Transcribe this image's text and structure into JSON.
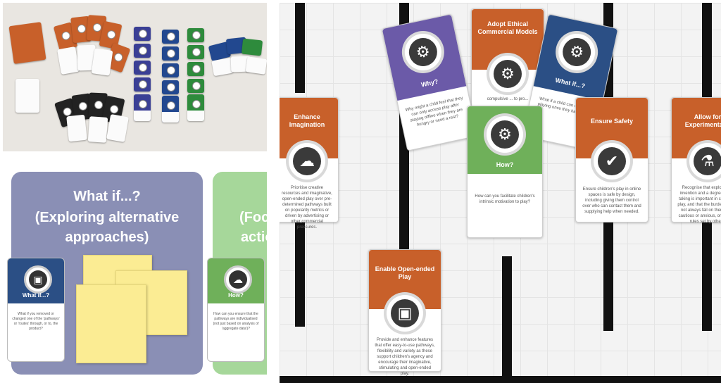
{
  "slide": {
    "panel_whatif": {
      "title_line1": "What if...?",
      "title_line2": "(Exploring alternative",
      "title_line3": "approaches)"
    },
    "panel_focus": {
      "title_line1": "(Foc",
      "title_line2": "actio"
    },
    "card_whatif": {
      "label": "What if...?",
      "text": "What if you removed or changed one of the 'pathways' or 'routes' through, or to, the product?"
    },
    "card_how": {
      "label": "How?",
      "text": "How can you ensure that the pathways are individualised (not just based on analysis of 'aggregate data')?"
    }
  },
  "board": {
    "cards": [
      {
        "id": "enhance-imagination",
        "title": "Enhance Imagination",
        "icon": "brain-icon",
        "glyph": "☁",
        "body": "Prioritise creative resources and imaginative, open-ended play over pre-determined pathways built on popularity metrics or driven by advertising or other commercial pressures."
      },
      {
        "id": "why",
        "title": "Why?",
        "icon": "gears-icon",
        "glyph": "⚙",
        "body": "Why might a child feel that they can only access play after staying offline when they are hungry or need a rest?"
      },
      {
        "id": "adopt-ethical",
        "title": "Adopt Ethical Commercial Models",
        "icon": "coin-gears-icon",
        "glyph": "⚙",
        "body": "compulsive ... to pro..."
      },
      {
        "id": "what-if",
        "title": "What if...?",
        "icon": "coin-gears-icon",
        "glyph": "⚙",
        "body": "What if a child can only keep playing once they have paid?"
      },
      {
        "id": "how",
        "title": "How?",
        "icon": "coin-gears-icon",
        "glyph": "⚙",
        "body": "How can you facilitate children's intrinsic motivation to play?"
      },
      {
        "id": "ensure-safety",
        "title": "Ensure Safety",
        "icon": "shield-check-icon",
        "glyph": "✔",
        "body": "Ensure children's play in online spaces is safe by design, including giving them control over who can contact them and supplying help when needed."
      },
      {
        "id": "allow-experimentation",
        "title": "Allow for Experimentat...",
        "icon": "flask-icon",
        "glyph": "⚗",
        "body": "Recognise that exploration, invention and a degree of risk taking is important in children's play, and that the burden should not always fall on them to be cautious or anxious, or to know rules set by others."
      },
      {
        "id": "enable-open-ended",
        "title": "Enable Open-ended Play",
        "icon": "box-icon",
        "glyph": "▣",
        "body": "Provide and enhance features that offer easy-to-use pathways, flexibility and variety as these support children's agency and encourage their imaginative, stimulating and open-ended play."
      }
    ]
  },
  "colors": {
    "orange": "#c8602a",
    "purple": "#6b5aa8",
    "blue": "#2b4f85",
    "green": "#6fb05a",
    "panel_purple": "#8a8fb5",
    "panel_green": "#a6d79a",
    "sticky": "#fbec93"
  }
}
